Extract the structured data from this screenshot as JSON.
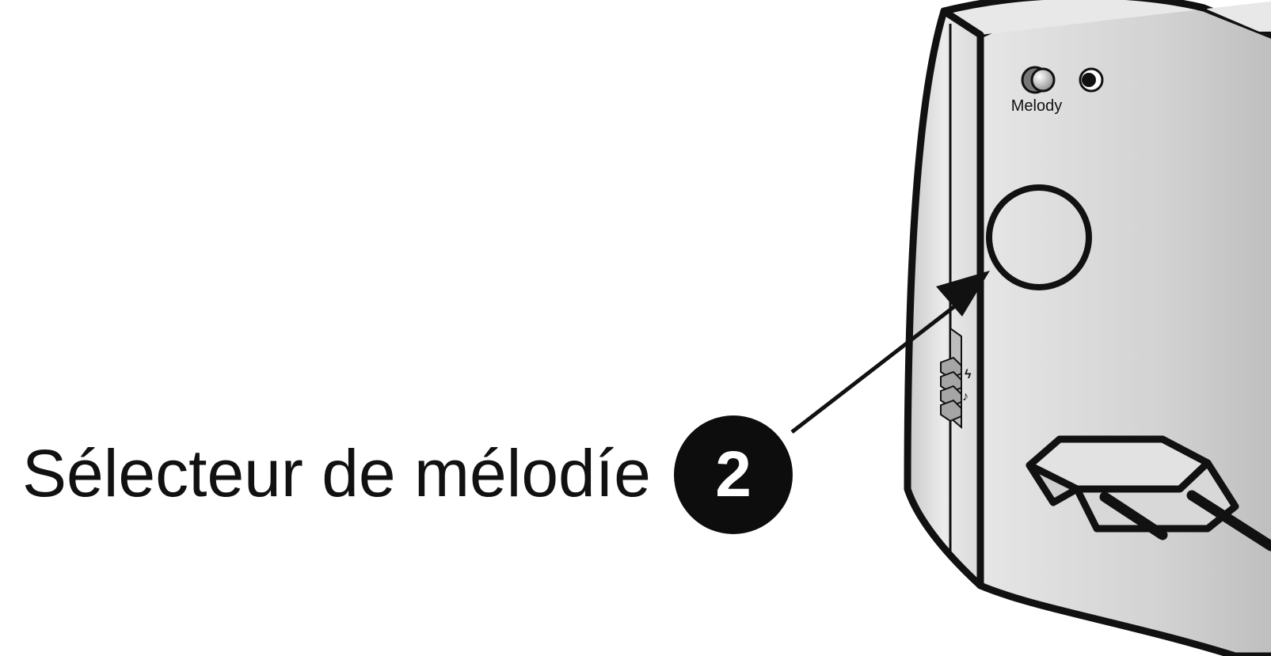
{
  "callout": {
    "label": "Sélecteur de mélodíe",
    "number": "2"
  },
  "device": {
    "melody_label": "Melody"
  },
  "colors": {
    "outline": "#111111",
    "device_face": "#d3d3d3",
    "device_side": "#e4e4e4",
    "badge_fill": "#0d0d0d",
    "badge_text": "#ffffff"
  }
}
